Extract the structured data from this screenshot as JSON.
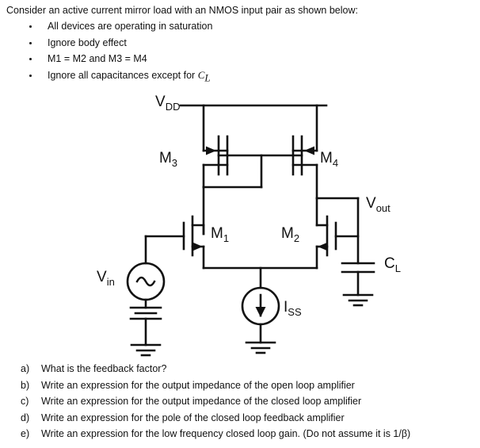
{
  "prompt": {
    "intro": "Consider an active current mirror load with an NMOS input pair as shown below:",
    "assumptions": [
      "All devices are operating in saturation",
      "Ignore body effect",
      "M1 = M2 and M3 = M4"
    ],
    "assumption_capacitance_prefix": "Ignore all capacitances except for ",
    "assumption_capacitance_symbol": "C",
    "assumption_capacitance_subscript": "L"
  },
  "circuit": {
    "title": "active-current-mirror-nmos-differential-pair",
    "labels": {
      "vdd": "V",
      "vdd_sub": "DD",
      "m3": "M",
      "m3_sub": "3",
      "m4": "M",
      "m4_sub": "4",
      "m1": "M",
      "m1_sub": "1",
      "m2": "M",
      "m2_sub": "2",
      "vin": "V",
      "vin_sub": "in",
      "vout": "V",
      "vout_sub": "out",
      "cl": "C",
      "cl_sub": "L",
      "iss": "I",
      "iss_sub": "SS"
    },
    "components": [
      {
        "name": "vdd-rail",
        "type": "supply-rail"
      },
      {
        "name": "transistor-m3",
        "type": "pmos"
      },
      {
        "name": "transistor-m4",
        "type": "pmos"
      },
      {
        "name": "transistor-m1",
        "type": "nmos"
      },
      {
        "name": "transistor-m2",
        "type": "nmos"
      },
      {
        "name": "source-vin",
        "type": "ac-voltage-source"
      },
      {
        "name": "source-iss",
        "type": "dc-current-source"
      },
      {
        "name": "capacitor-cl",
        "type": "capacitor"
      },
      {
        "name": "ground-vin",
        "type": "ground"
      },
      {
        "name": "ground-iss",
        "type": "ground"
      },
      {
        "name": "ground-cl",
        "type": "ground"
      }
    ],
    "stroke_color": "#111111",
    "background_color": "#ffffff"
  },
  "questions": [
    {
      "mark": "a)",
      "text": "What is the feedback factor?"
    },
    {
      "mark": "b)",
      "text": "Write an expression for the output impedance of the open loop amplifier"
    },
    {
      "mark": "c)",
      "text": "Write an expression for the output impedance of the closed loop amplifier"
    },
    {
      "mark": "d)",
      "text": "Write an expression for the pole of the closed loop feedback amplifier"
    },
    {
      "mark": "e)",
      "text": "Write an expression for the low frequency closed loop gain. (Do not assume it is 1/β)"
    }
  ]
}
